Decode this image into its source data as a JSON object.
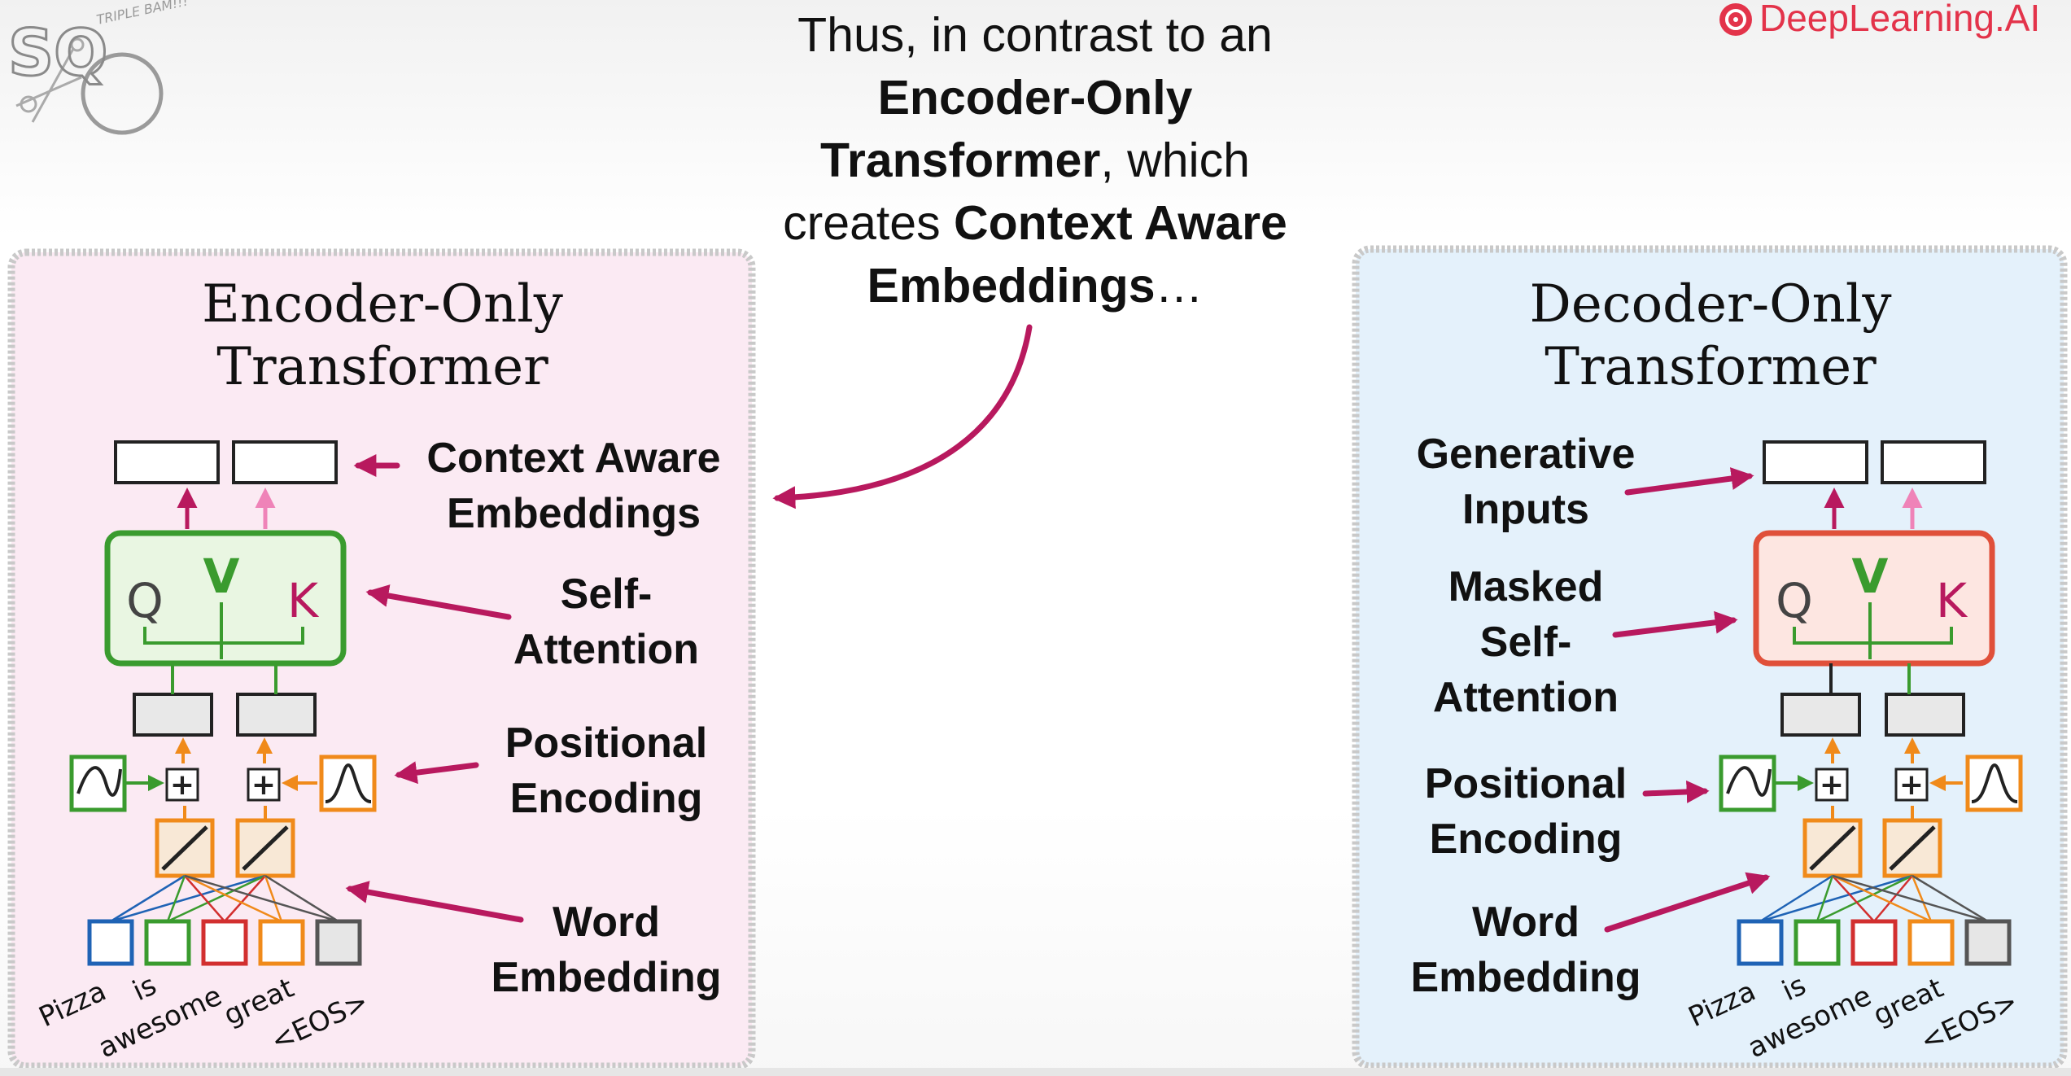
{
  "logo": {
    "sq_letters": "SQ",
    "triple_bam": "TRIPLE BAM!!!"
  },
  "brand": {
    "name": "DeepLearning.AI",
    "color": "#e3334a"
  },
  "caption": {
    "line1": "Thus, in contrast to an",
    "line2": "Encoder-Only",
    "line3_bold": "Transformer",
    "line3_rest": ", which",
    "line4_plain": "creates ",
    "line4_bold": "Context Aware",
    "line5_bold": "Embeddings",
    "line5_rest": "…"
  },
  "encoder": {
    "title_line1": "Encoder-Only",
    "title_line2": "Transformer",
    "labels": {
      "context_1": "Context Aware",
      "context_2": "Embeddings",
      "self_attention_1": "Self-",
      "self_attention_2": "Attention",
      "positional_1": "Positional",
      "positional_2": "Encoding",
      "word_1": "Word",
      "word_2": "Embedding"
    },
    "panel_color": "#fbeaf3"
  },
  "decoder": {
    "title_line1": "Decoder-Only",
    "title_line2": "Transformer",
    "labels": {
      "generative_1": "Generative",
      "generative_2": "Inputs",
      "masked_1": "Masked",
      "masked_2": "Self-",
      "masked_3": "Attention",
      "positional_1": "Positional",
      "positional_2": "Encoding",
      "word_1": "Word",
      "word_2": "Embedding"
    },
    "panel_color": "#e4f1fb"
  },
  "attention": {
    "q": "Q",
    "v": "V",
    "k": "K"
  },
  "tokens": [
    "Pizza",
    "is",
    "awesome",
    "great",
    "<EOS>"
  ],
  "plus_symbol": "+",
  "colors": {
    "arrow_magenta": "#b8195e",
    "attention_green": "#3a9b2e",
    "masked_red": "#e0503a",
    "token_colors": [
      "#1f63b5",
      "#3a9b2e",
      "#d22f2f",
      "#f08a1a",
      "#555555"
    ]
  }
}
